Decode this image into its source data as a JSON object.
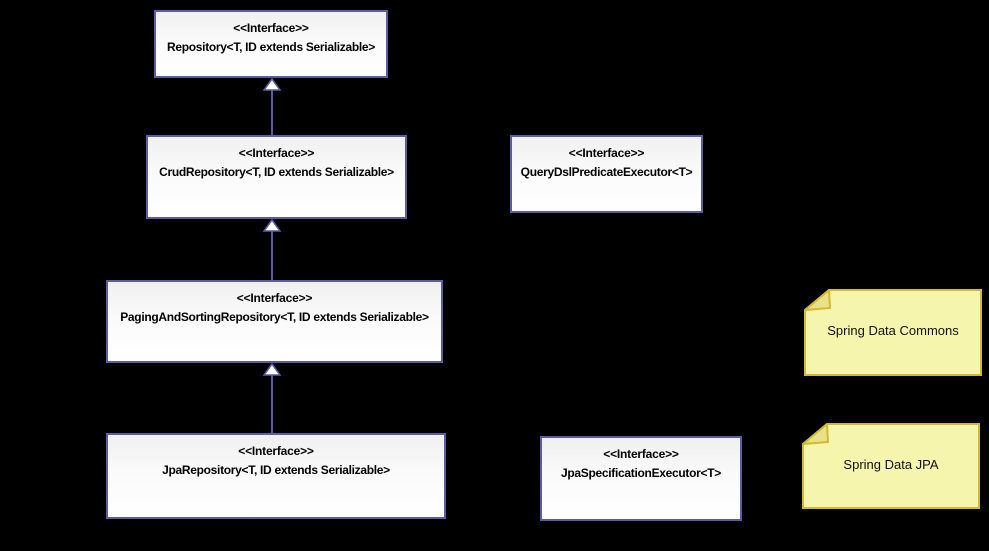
{
  "diagram": {
    "background_color": "#000000",
    "box_border_color": "#5c5ca5",
    "box_fill_top": "#f0f0f0",
    "box_fill_bottom": "#ffffff",
    "note_border_color": "#d2ba2e",
    "note_fill_color": "#f5f5ae",
    "note_fold_color": "#e9e187",
    "stereotype_label": "<<Interface>>",
    "interfaces": [
      {
        "name": "Repository<T, ID extends Serializable>"
      },
      {
        "name": "CrudRepository<T, ID extends Serializable>"
      },
      {
        "name": "QueryDslPredicateExecutor<T>"
      },
      {
        "name": "PagingAndSortingRepository<T, ID extends Serializable>"
      },
      {
        "name": "JpaRepository<T, ID extends Serializable>"
      },
      {
        "name": "JpaSpecificationExecutor<T>"
      }
    ],
    "relations": [
      {
        "type": "generalization",
        "from": "CrudRepository<T, ID extends Serializable>",
        "to": "Repository<T, ID extends Serializable>"
      },
      {
        "type": "generalization",
        "from": "PagingAndSortingRepository<T, ID extends Serializable>",
        "to": "CrudRepository<T, ID extends Serializable>"
      },
      {
        "type": "generalization",
        "from": "JpaRepository<T, ID extends Serializable>",
        "to": "PagingAndSortingRepository<T, ID extends Serializable>"
      }
    ],
    "notes": [
      {
        "text": "Spring Data Commons"
      },
      {
        "text": "Spring Data JPA"
      }
    ]
  }
}
